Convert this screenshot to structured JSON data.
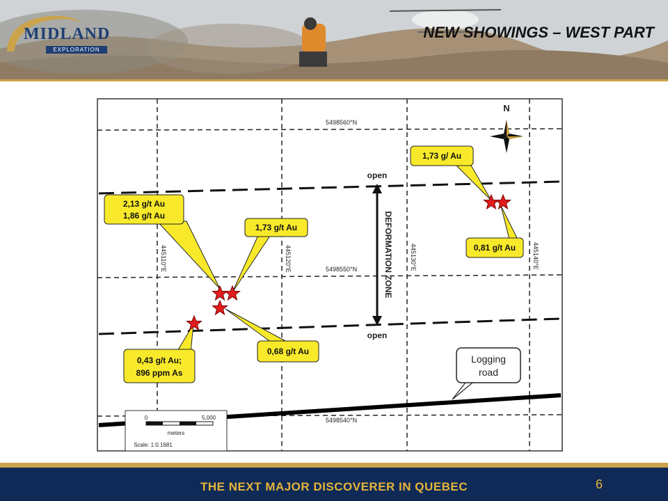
{
  "slide": {
    "title": "NEW SHOWINGS – WEST PART",
    "logo": {
      "name": "MIDLAND",
      "sub": "EXPLORATION"
    },
    "footer": "THE NEXT MAJOR DISCOVERER IN QUEBEC",
    "page_number": "6"
  },
  "map": {
    "north_label": "N",
    "northings": {
      "top": "5498560°N",
      "middle": "5498550°N",
      "bottom": "5498540°N"
    },
    "eastings": {
      "e1": "445110°E",
      "e2": "445120°E",
      "e3": "445130°E",
      "e4": "445140°E"
    },
    "zone": {
      "label": "DEFORMATION ZONE",
      "open_top": "open",
      "open_bottom": "open"
    },
    "callouts": {
      "c1_line1": "2,13 g/t Au",
      "c1_line2": "1,86 g/t Au",
      "c2": "1,73 g/t Au",
      "c3": "1,73 g/ Au",
      "c4": "0,81 g/t Au",
      "c5": "0,68 g/t Au",
      "c6_line1": "0,43 g/t Au;",
      "c6_line2": "896 ppm As"
    },
    "road": {
      "line1": "Logging",
      "line2": "road"
    },
    "scale": {
      "zero": "0",
      "max": "5,000",
      "units": "meters",
      "ratio": "Scale: 1:0.1681"
    }
  }
}
